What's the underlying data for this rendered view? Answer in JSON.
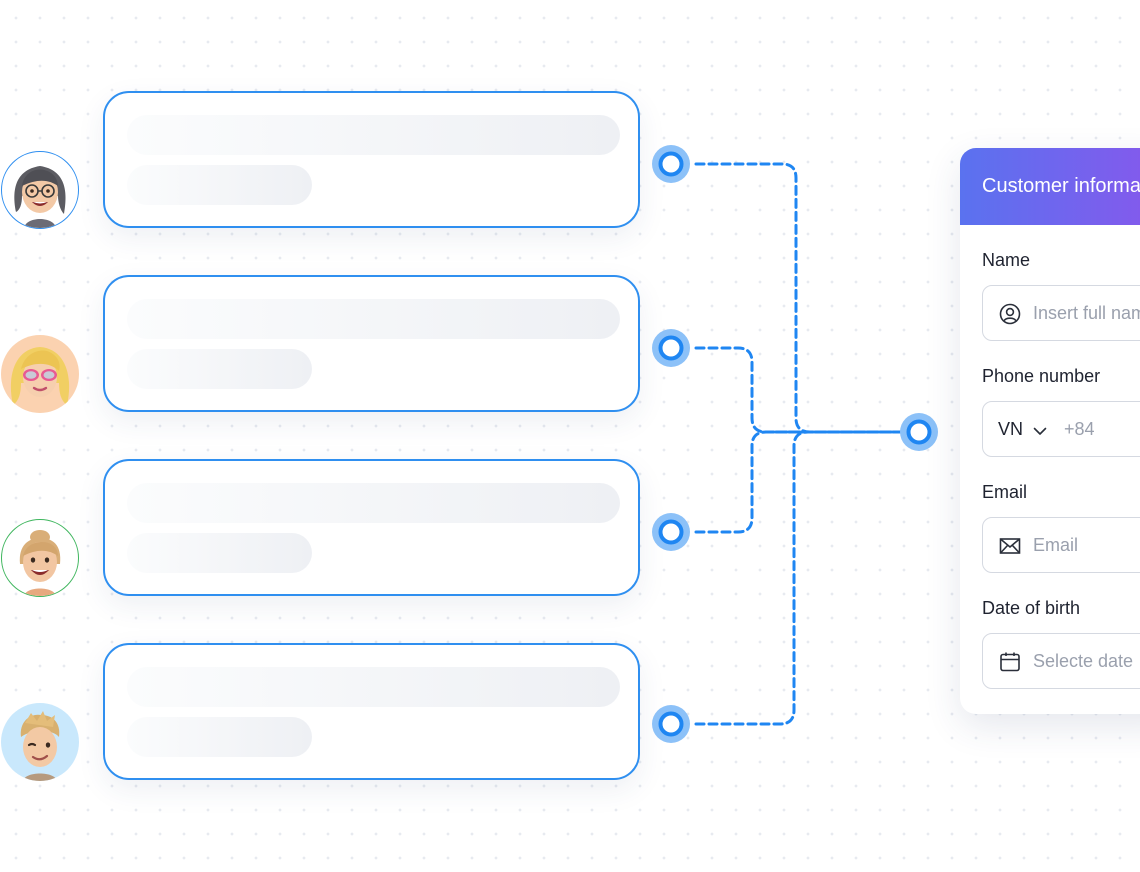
{
  "form": {
    "header_title": "Customer information",
    "name": {
      "label": "Name",
      "placeholder": "Insert full name",
      "icon": "user-circle-icon"
    },
    "phone": {
      "label": "Phone number",
      "country": "VN",
      "dial_code": "+84",
      "icon": "chevron-down-icon"
    },
    "email": {
      "label": "Email",
      "placeholder": "Email",
      "icon": "envelope-icon"
    },
    "dob": {
      "label": "Date of birth",
      "placeholder": "Selecte date",
      "icon": "calendar-icon"
    }
  },
  "profiles": [
    {
      "avatar": "woman-gray-hair-glasses-avatar",
      "ring_color": "#2f8ff0",
      "background": "#ffffff"
    },
    {
      "avatar": "woman-blonde-sunglasses-avatar",
      "ring_color": "#f9d1b5",
      "background": "#fbd2b0"
    },
    {
      "avatar": "woman-blonde-bun-avatar",
      "ring_color": "#3fb65e",
      "background": "#ffffff"
    },
    {
      "avatar": "man-blond-winking-avatar",
      "ring_color": "#bfe3fb",
      "background": "#c9e8fc"
    }
  ],
  "colors": {
    "accent": "#2f8ff0",
    "connector": "#1f86f2",
    "node_outer": "#8cc1f8",
    "header_gradient_start": "#5a72ef",
    "header_gradient_end": "#8a56ec"
  }
}
